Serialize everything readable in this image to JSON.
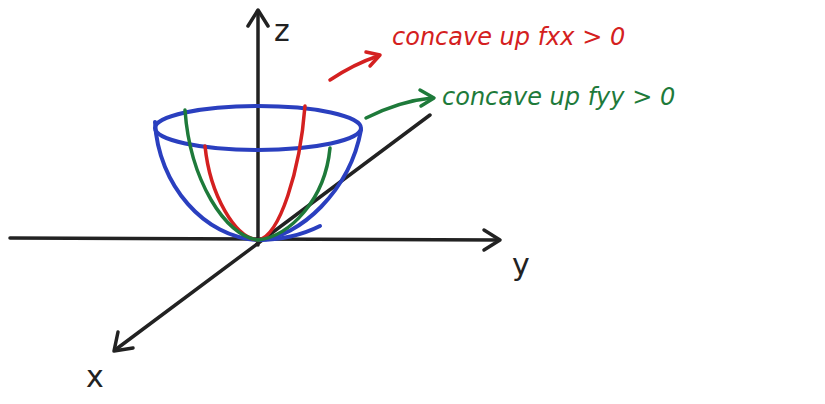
{
  "diagram": {
    "labels": [
      "z",
      "y",
      "x",
      "concave up fxx > 0",
      "concave up fyy > 0"
    ]
  }
}
